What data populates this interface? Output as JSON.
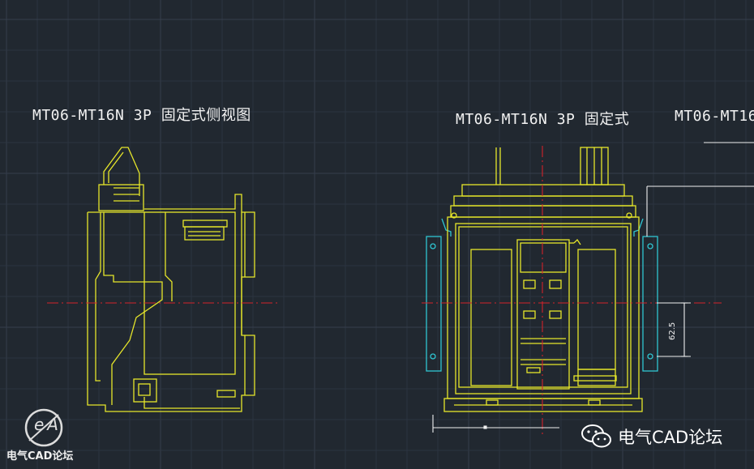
{
  "drawing": {
    "side_view_title": "MT06-MT16N 3P 固定式侧视图",
    "front_view_title": "MT06-MT16N 3P 固定式",
    "third_view_title": "MT06-MT16",
    "dimension_label": "62.5"
  },
  "watermark": {
    "logo_letters": "eA",
    "logo_caption": "电气CAD论坛",
    "wechat_label": "电气CAD论坛"
  },
  "colors": {
    "background": "#212830",
    "grid": "#2c3440",
    "grid_major": "#353e4b",
    "outline": "#e6e62a",
    "panel": "#2fc6d2",
    "centerline": "#d2232a",
    "dimension": "#f0f0f0"
  }
}
